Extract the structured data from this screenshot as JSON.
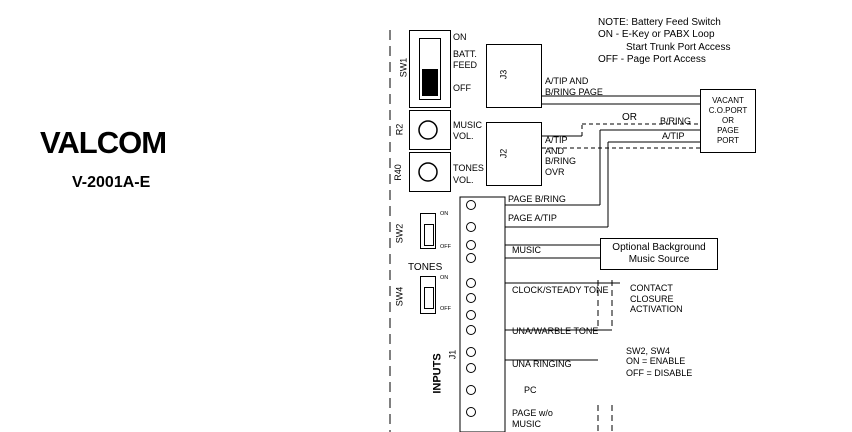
{
  "brand": {
    "logo_text": "VALCOM",
    "model": "V-2001A-E"
  },
  "note": {
    "line1": "NOTE:  Battery Feed Switch",
    "line2": "ON - E-Key or PABX Loop",
    "line3": "Start Trunk Port Access",
    "line4": "OFF -  Page Port Access"
  },
  "sw1": {
    "label": "SW1",
    "on": "ON",
    "batt": "BATT.",
    "feed": "FEED",
    "off": "OFF"
  },
  "j3": {
    "label": "J3",
    "out1": "A/TIP AND",
    "out2": "B/RING PAGE"
  },
  "r2": {
    "label": "R2",
    "music": "MUSIC",
    "vol": "VOL."
  },
  "r40": {
    "label": "R40",
    "tones": "TONES",
    "vol": "VOL."
  },
  "j2": {
    "label": "J2",
    "out1": "A/TIP",
    "out2": "AND",
    "out3": "B/RING",
    "out4": "OVR"
  },
  "vacant": {
    "line1": "VACANT",
    "line2": "C.O.PORT",
    "line3": "OR",
    "line4": "PAGE",
    "line5": "PORT"
  },
  "or_label": "OR",
  "bring_label": "B/RING",
  "atip_label": "A/TIP",
  "sw2": {
    "label": "SW2",
    "on": "ON",
    "off": "OFF"
  },
  "tones_label": "TONES",
  "sw4": {
    "label": "SW4",
    "on": "ON",
    "off": "OFF"
  },
  "inputs_label": "INPUTS",
  "j1_label": "J1",
  "terminals": {
    "page_bring": "PAGE B/RING",
    "page_atip": "PAGE A/TIP",
    "music": "MUSIC",
    "clock": "CLOCK/STEADY TONE",
    "una_warble": "UNA/WARBLE TONE",
    "una_ringing": "UNA RINGING",
    "pc": "PC",
    "page_wo": "PAGE w/o",
    "music2": "MUSIC"
  },
  "music_source": {
    "line1": "Optional Background",
    "line2": "Music Source"
  },
  "contact": {
    "line1": "CONTACT",
    "line2": "CLOSURE",
    "line3": "ACTIVATION"
  },
  "sw_note": {
    "line1": "SW2, SW4",
    "line2": "ON   = ENABLE",
    "line3": "OFF = DISABLE"
  }
}
